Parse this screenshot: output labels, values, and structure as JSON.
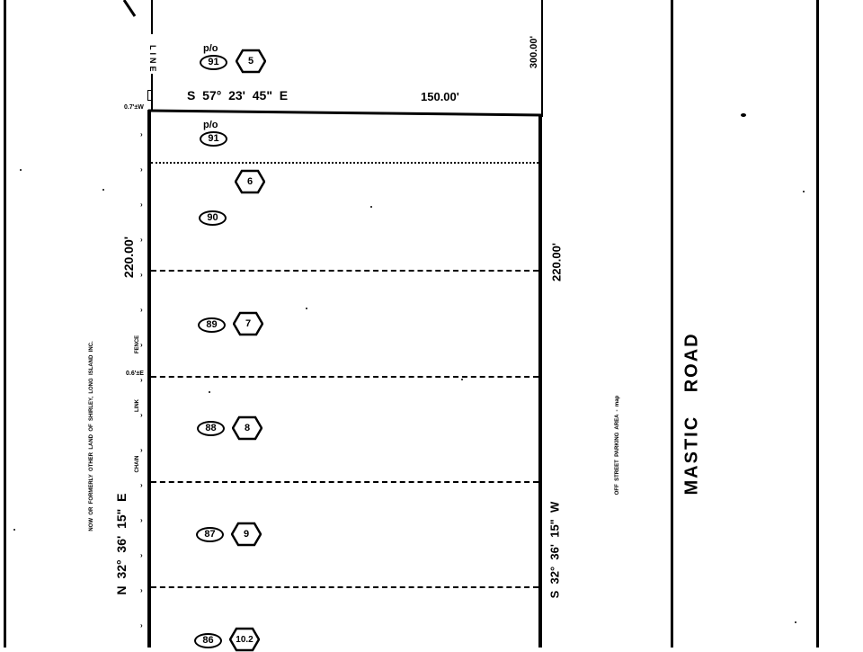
{
  "document": {
    "type": "survey-plat",
    "road_label": "MASTIC ROAD",
    "top_line": {
      "bearing": "S  57°  23'  45\"  E",
      "distance": "150.00'"
    },
    "left_line": {
      "bearing": "N  32°  36'  15\"  E",
      "distance": "220.00'",
      "owner_text": "NOW  OR  FORMERLY  OTHER  LAND  OF  SHIRLEY,  LONG  ISLAND  INC.",
      "fence_text": [
        "FENCE",
        "LINK",
        "CHAIN"
      ],
      "offsets": [
        "0.7'±W",
        "0.6'±E"
      ]
    },
    "right_line": {
      "bearing": "S  32°  36'  15\"  W",
      "distance": "220.00'",
      "parking_text": "OFF  STREET  PARKING  AREA  -  map"
    },
    "upper_right_distance": "300.00'",
    "line_label": "LINE",
    "lots": [
      {
        "po": "p/o",
        "block": "91",
        "lot": "5"
      },
      {
        "po": "p/o",
        "block": "91",
        "lot": ""
      },
      {
        "po": "",
        "block": "90",
        "lot": "6"
      },
      {
        "po": "",
        "block": "89",
        "lot": "7"
      },
      {
        "po": "",
        "block": "88",
        "lot": "8"
      },
      {
        "po": "",
        "block": "87",
        "lot": "9"
      },
      {
        "po": "",
        "block": "86",
        "lot": "10.2"
      }
    ]
  }
}
